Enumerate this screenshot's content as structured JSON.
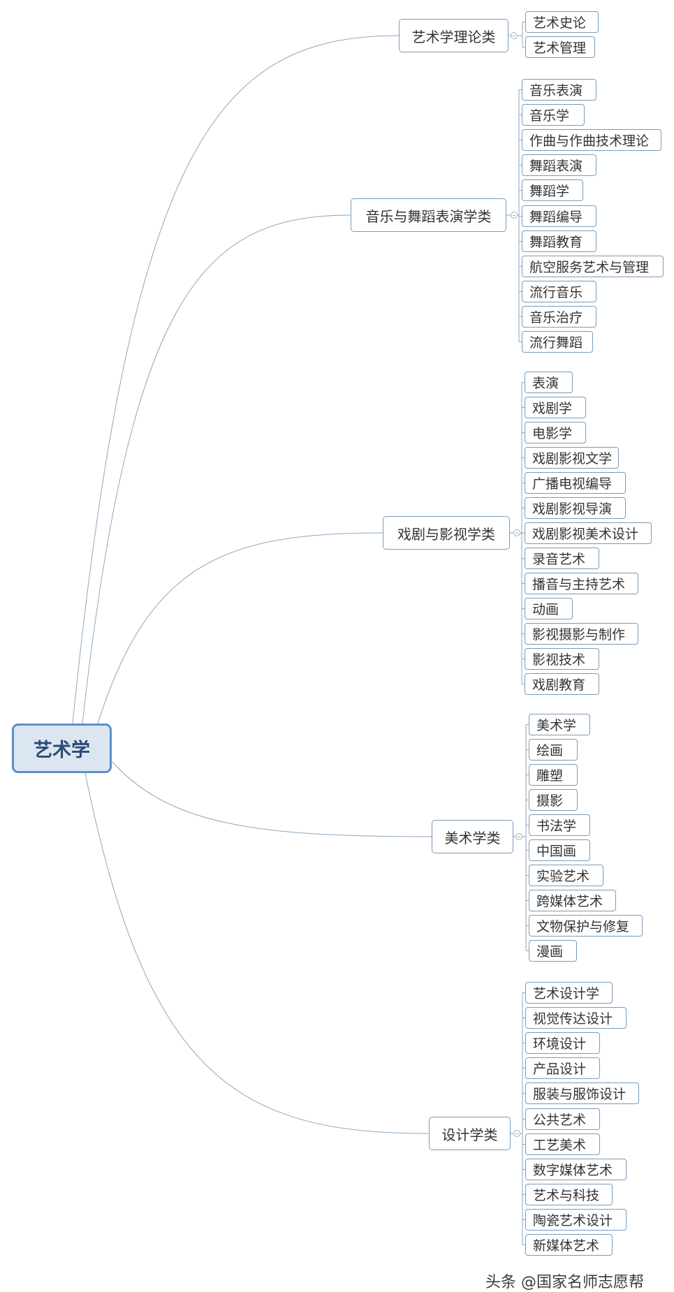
{
  "root": {
    "label": "艺术学"
  },
  "categories": [
    {
      "label": "艺术学理论类",
      "majors": [
        "艺术史论",
        "艺术管理"
      ]
    },
    {
      "label": "音乐与舞蹈表演学类",
      "majors": [
        "音乐表演",
        "音乐学",
        "作曲与作曲技术理论",
        "舞蹈表演",
        "舞蹈学",
        "舞蹈编导",
        "舞蹈教育",
        "航空服务艺术与管理",
        "流行音乐",
        "音乐治疗",
        "流行舞蹈"
      ]
    },
    {
      "label": "戏剧与影视学类",
      "majors": [
        "表演",
        "戏剧学",
        "电影学",
        "戏剧影视文学",
        "广播电视编导",
        "戏剧影视导演",
        "戏剧影视美术设计",
        "录音艺术",
        "播音与主持艺术",
        "动画",
        "影视摄影与制作",
        "影视技术",
        "戏剧教育"
      ]
    },
    {
      "label": "美术学类",
      "majors": [
        "美术学",
        "绘画",
        "雕塑",
        "摄影",
        "书法学",
        "中国画",
        "实验艺术",
        "跨媒体艺术",
        "文物保护与修复",
        "漫画"
      ]
    },
    {
      "label": "设计学类",
      "majors": [
        "艺术设计学",
        "视觉传达设计",
        "环境设计",
        "产品设计",
        "服装与服饰设计",
        "公共艺术",
        "工艺美术",
        "数字媒体艺术",
        "艺术与科技",
        "陶瓷艺术设计",
        "新媒体艺术"
      ]
    }
  ],
  "watermark": "头条 @国家名师志愿帮",
  "colors": {
    "line": "#8aa6c1",
    "node_border": "#7a9bb8",
    "root_fill": "#dce6f1",
    "root_border": "#5b8fca"
  }
}
